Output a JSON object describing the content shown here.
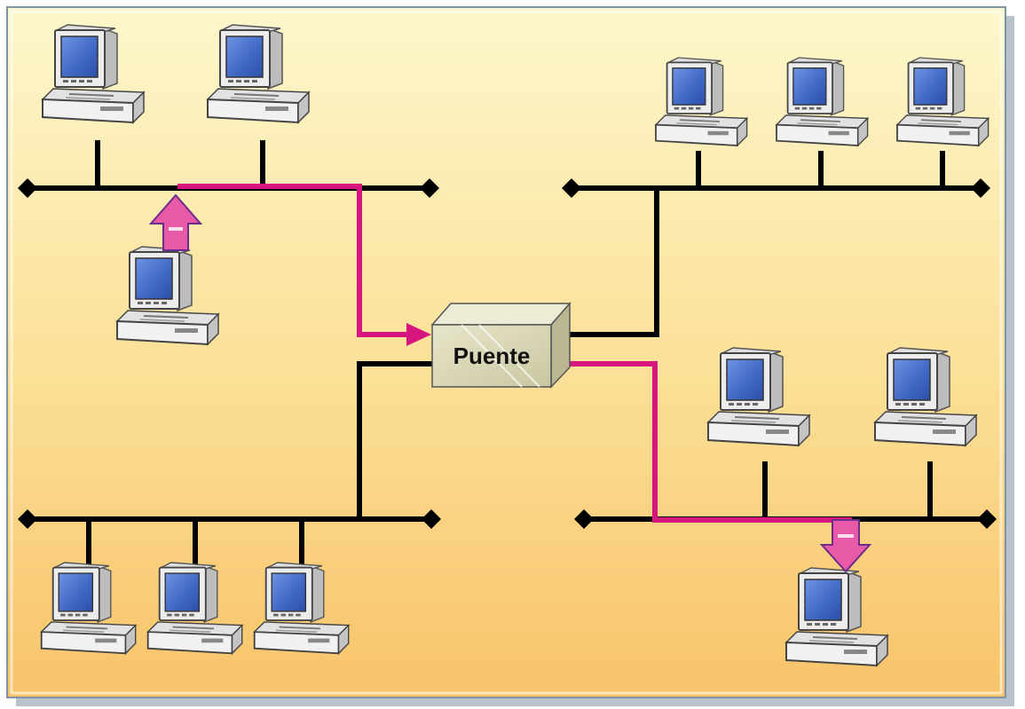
{
  "diagram": {
    "bridge": {
      "label": "Puente"
    },
    "colors": {
      "background_top": "#fdf6c6",
      "background_bottom": "#f8c36a",
      "frame": "#8fa3b4",
      "shadow": "#b8c2cc",
      "wire": "#000000",
      "path": "#d6167e",
      "arrow_fill": "#e85aa8",
      "screen": "#3e67c4",
      "computer_body": "#ececec",
      "bridge_body": "#dcd9b8"
    },
    "segments": [
      {
        "id": "top-left",
        "computers": 2,
        "has_sender": true
      },
      {
        "id": "top-right",
        "computers": 3
      },
      {
        "id": "bottom-left",
        "computers": 3
      },
      {
        "id": "bottom-right",
        "computers": 2,
        "has_receiver": true
      }
    ],
    "icons": [
      "computer-icon",
      "bridge-icon",
      "up-arrow-icon",
      "down-arrow-icon"
    ]
  }
}
